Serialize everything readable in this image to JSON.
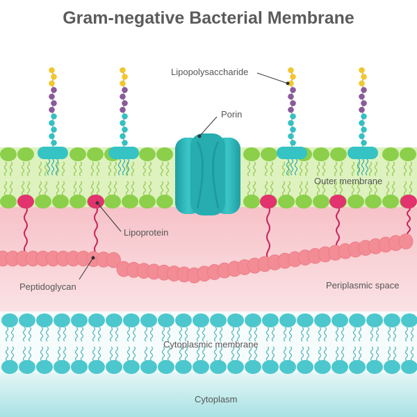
{
  "title": "Gram-negative Bacterial Membrane",
  "labels": {
    "lipopolysaccharide": "Lipopolysaccharide",
    "porin": "Porin",
    "outer_membrane": "Outer membrane",
    "lipoprotein": "Lipoprotein",
    "peptidoglycan": "Peptidoglycan",
    "periplasmic_space": "Periplasmic space",
    "cytoplasmic_membrane": "Cytoplasmic membrane",
    "cytoplasm": "Cytoplasm"
  },
  "colors": {
    "outer_membrane_band": "#d7f0b6",
    "outer_head": "#8ccf4a",
    "lps_head": "#36c3c3",
    "porin": "#2bb5b5",
    "periplasm": "#f9d3d7",
    "lipoprotein": "#e2336e",
    "peptidoglycan": "#f28c95",
    "cytoplasmic_head": "#4cc7cd",
    "cytoplasm": "#bfe9ea",
    "sugar_yellow": "#f2c62e",
    "sugar_purple": "#8a5a9a",
    "sugar_teal": "#33c1c1"
  }
}
